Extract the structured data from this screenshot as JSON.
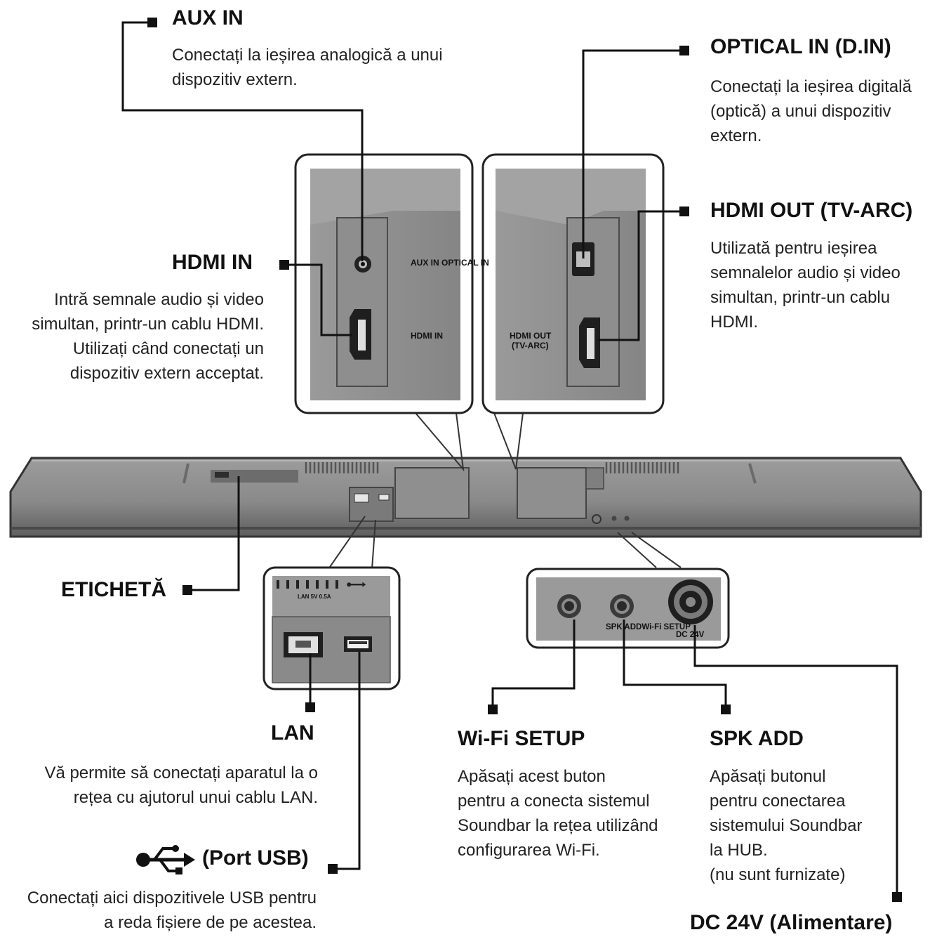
{
  "labels": {
    "aux_in": {
      "title": "AUX IN",
      "desc": "Conectați la ieșirea analogică a unui\ndispozitiv extern."
    },
    "optical_in": {
      "title": "OPTICAL IN (D.IN)",
      "desc": "Conectați la ieșirea digitală\n(optică) a unui dispozitiv\nextern."
    },
    "hdmi_out": {
      "title": "HDMI OUT (TV-ARC)",
      "desc": "Utilizată pentru ieșirea\nsemnalelor audio și video\nsimultan, printr-un cablu\nHDMI."
    },
    "hdmi_in": {
      "title": "HDMI IN",
      "desc": "Intră semnale audio și video\nsimultan, printr-un cablu HDMI.\nUtilizați când conectați un\ndispozitiv extern acceptat."
    },
    "eticheta": {
      "title": "ETICHETĂ"
    },
    "lan": {
      "title": "LAN",
      "desc": "Vă permite să conectați aparatul la o\nrețea cu ajutorul unui cablu LAN."
    },
    "usb": {
      "title": "(Port USB)",
      "desc": "Conectați aici dispozitivele USB pentru\na reda fișiere de pe acestea."
    },
    "wifi_setup": {
      "title": "Wi-Fi SETUP",
      "desc": "Apăsați acest buton\npentru a conecta sistemul\nSoundbar la rețea utilizând\nconfigurarea Wi-Fi."
    },
    "spk_add": {
      "title": "SPK ADD",
      "desc": "Apăsați butonul\npentru conectarea\nsistemului Soundbar\nla HUB.\n(nu sunt furnizate)"
    },
    "dc_24v": {
      "title": "DC 24V (Alimentare)"
    }
  },
  "panel_text": {
    "aux_optical": "AUX IN OPTICAL IN",
    "hdmi_in": "HDMI IN",
    "hdmi_out_1": "HDMI OUT",
    "hdmi_out_2": "(TV-ARC)",
    "lan_usb": "LAN 5V 0.5A",
    "spk_wifi": "SPK ADDWi-Fi SETUP",
    "dc": "DC 24V"
  },
  "icons": [
    "usb-icon"
  ],
  "colors": {
    "panel_gray": "#8f8f8f",
    "body_gray": "#8a8a8a",
    "line": "#111111"
  }
}
